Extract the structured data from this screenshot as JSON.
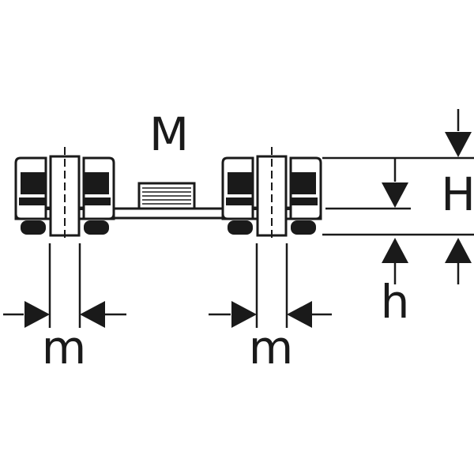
{
  "labels": {
    "thread": "M",
    "total_height": "H",
    "base_height": "h",
    "width_left": "m",
    "width_right": "m"
  },
  "colors": {
    "ink": "#1a1a1a",
    "background": "#ffffff"
  }
}
